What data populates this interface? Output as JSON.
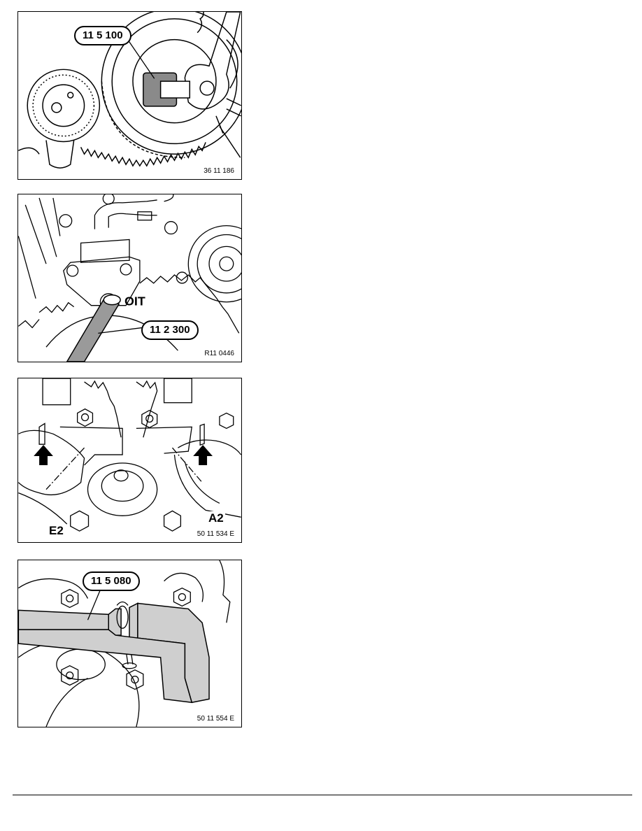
{
  "figures": [
    {
      "callout": "11 5 100",
      "ref": "36 11 186"
    },
    {
      "callout": "11 2 300",
      "ref": "R11 0446"
    },
    {
      "labels": {
        "left": "E2",
        "right": "A2"
      },
      "ref": "50 11 534 E"
    },
    {
      "callout": "11 5 080",
      "ref": "50 11 554 E"
    }
  ]
}
